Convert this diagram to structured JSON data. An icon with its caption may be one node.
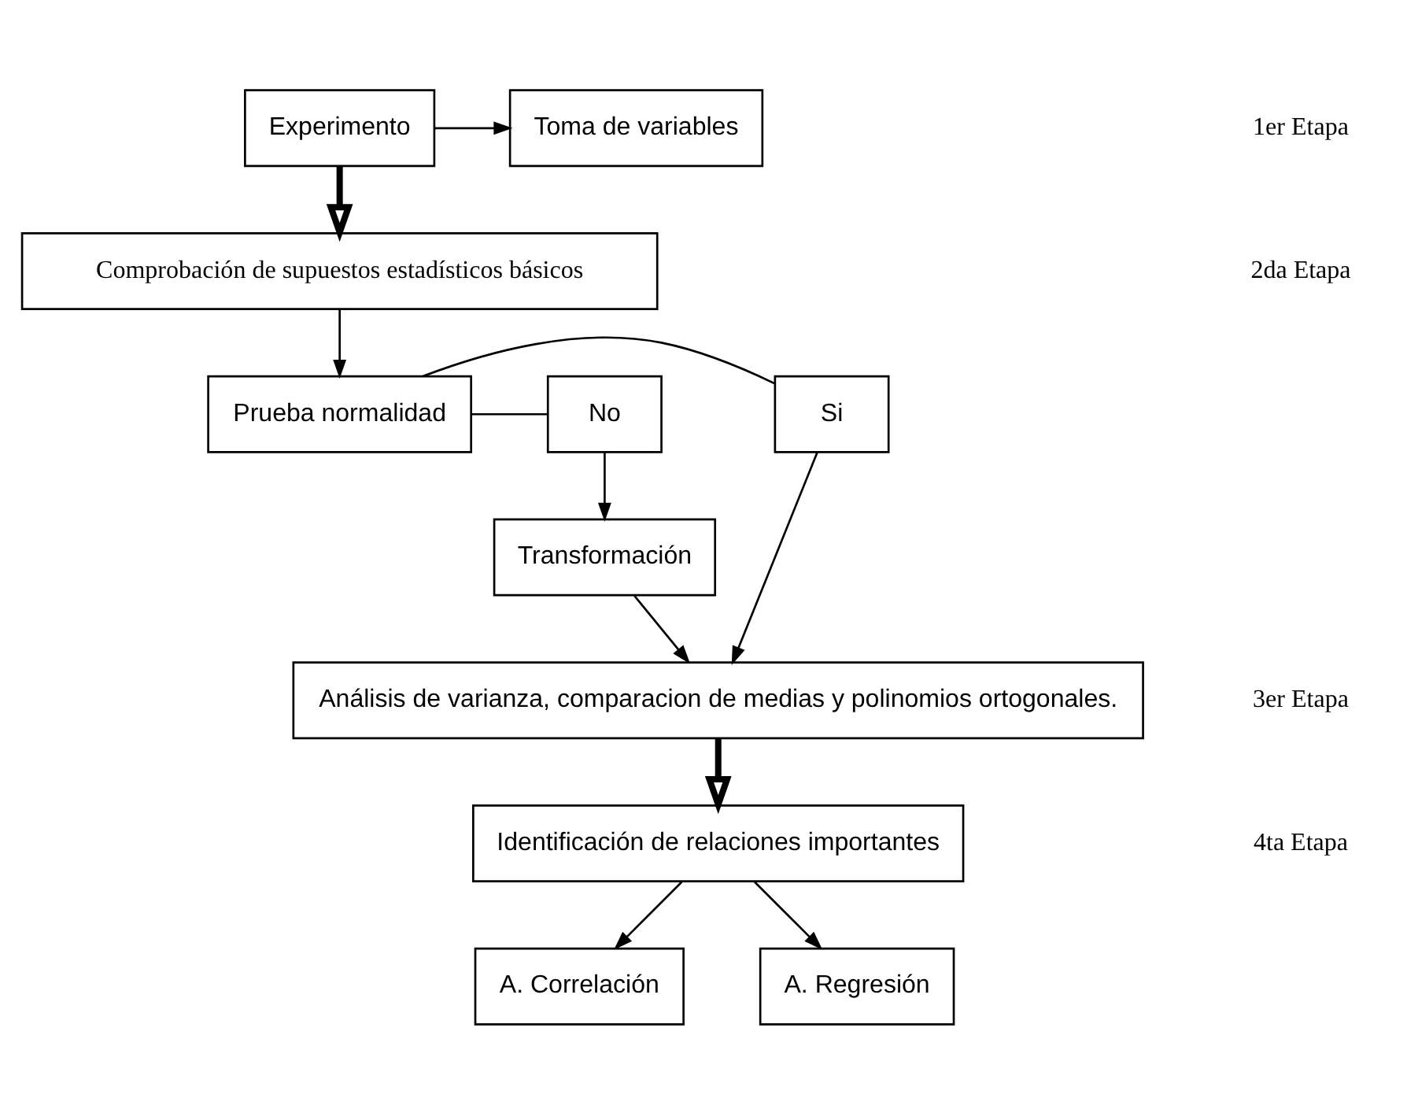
{
  "diagram": {
    "nodes": [
      {
        "text": [
          "Experimento"
        ]
      },
      {
        "text": [
          "Toma de variables"
        ]
      },
      {
        "text": [
          "Comprobación de supuestos estadísticos básicos"
        ]
      },
      {
        "text": [
          "No"
        ]
      },
      {
        "text": [
          "Prueba normalidad"
        ]
      },
      {
        "text": [
          "Si"
        ]
      },
      {
        "text": [
          "Transformación"
        ]
      },
      {
        "text": [
          "Análisis de varianza, comparacion de medias y polinomios ortogonales."
        ]
      },
      {
        "text": [
          "Identificación de relaciones importantes"
        ]
      },
      {
        "text": [
          "A. Correlación"
        ]
      },
      {
        "text": [
          "A. Regresión"
        ]
      }
    ],
    "edges": [
      {
        "from": 0,
        "to": 1,
        "arrow": "to"
      },
      {
        "from": 0,
        "to": 2,
        "arrow": "to",
        "style": "thick"
      },
      {
        "from": 2,
        "to": 4,
        "arrow": "to"
      },
      {
        "from": 4,
        "to": 3,
        "arrow": "none"
      },
      {
        "from": 3,
        "to": 6,
        "arrow": "to"
      },
      {
        "from": 4,
        "to": 5,
        "arrow": "none"
      },
      {
        "from": 5,
        "to": 7,
        "arrow": "to"
      },
      {
        "from": 6,
        "to": 7,
        "arrow": "to"
      },
      {
        "from": 7,
        "to": 8,
        "arrow": "to",
        "style": "thick"
      },
      {
        "from": 8,
        "to": 9,
        "arrow": "to"
      },
      {
        "from": 8,
        "to": 10,
        "arrow": "to"
      }
    ],
    "labels": [
      "1er Etapa",
      "2da Etapa",
      "3er Etapa",
      "4ta Etapa"
    ]
  }
}
